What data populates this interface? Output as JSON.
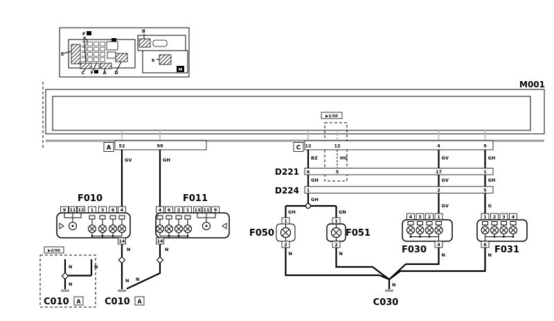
{
  "colors": {
    "line": "#000000",
    "gray": "#9a9a9a",
    "background": "#ffffff"
  },
  "module": {
    "label": "M001"
  },
  "refs": {
    "r1": "▶1/50",
    "r2": "▶2/50"
  },
  "inset": {
    "f_top": "F",
    "e": "E",
    "c": "C",
    "f_bottom": "F",
    "a": "A",
    "d": "D",
    "b": "B",
    "b_inner": "B",
    "m": "M"
  },
  "connectors": {
    "a": {
      "label": "A",
      "pins": [
        "52",
        "99"
      ]
    },
    "c": {
      "label": "C",
      "pins": [
        "12",
        "12",
        "4",
        "9"
      ]
    }
  },
  "distribution": {
    "d221": {
      "label": "D221",
      "pins": [
        "6",
        "5",
        "17",
        "1"
      ]
    },
    "d224": {
      "label": "D224",
      "pins": [
        "1",
        "2",
        "5"
      ]
    }
  },
  "wire_codes": {
    "row1": [
      "GV",
      "GH",
      "BZ",
      "HG",
      "GV",
      "GH"
    ],
    "row2": [
      "GH",
      "GV",
      "GH"
    ],
    "row3": [
      "GH",
      "GV",
      "G"
    ],
    "branch": [
      "GH",
      "GN"
    ]
  },
  "components": {
    "f010": {
      "label": "F010",
      "top_pins": [
        "9",
        "11",
        "13",
        "1",
        "3",
        "6",
        "4"
      ],
      "bottom_pin": "14",
      "wire": "N"
    },
    "f011": {
      "label": "F011",
      "top_pins": [
        "4",
        "6",
        "2",
        "1",
        "13",
        "11",
        "9"
      ],
      "bottom_pin": "14",
      "wire": "N"
    },
    "f050": {
      "label": "F050",
      "top_pin": "1",
      "bottom_pin": "2",
      "wire": "N"
    },
    "f051": {
      "label": "F051",
      "top_pin": "1",
      "bottom_pin": "2",
      "wire": "N"
    },
    "f030": {
      "label": "F030",
      "top_pins": [
        "4",
        "3",
        "2",
        "1"
      ],
      "bottom_pin": "4",
      "wire": "N"
    },
    "f031": {
      "label": "F031",
      "top_pins": [
        "1",
        "2",
        "3",
        "4"
      ],
      "bottom_pin": "6",
      "wire": "N"
    }
  },
  "grounds": {
    "c010a": {
      "label": "C010",
      "tag": "A",
      "wires": [
        "N",
        "N",
        "N"
      ]
    },
    "c010b": {
      "label": "C010",
      "tag": "A",
      "wires": [
        "N",
        "N"
      ]
    },
    "c030": {
      "label": "C030",
      "wire": "N"
    }
  }
}
